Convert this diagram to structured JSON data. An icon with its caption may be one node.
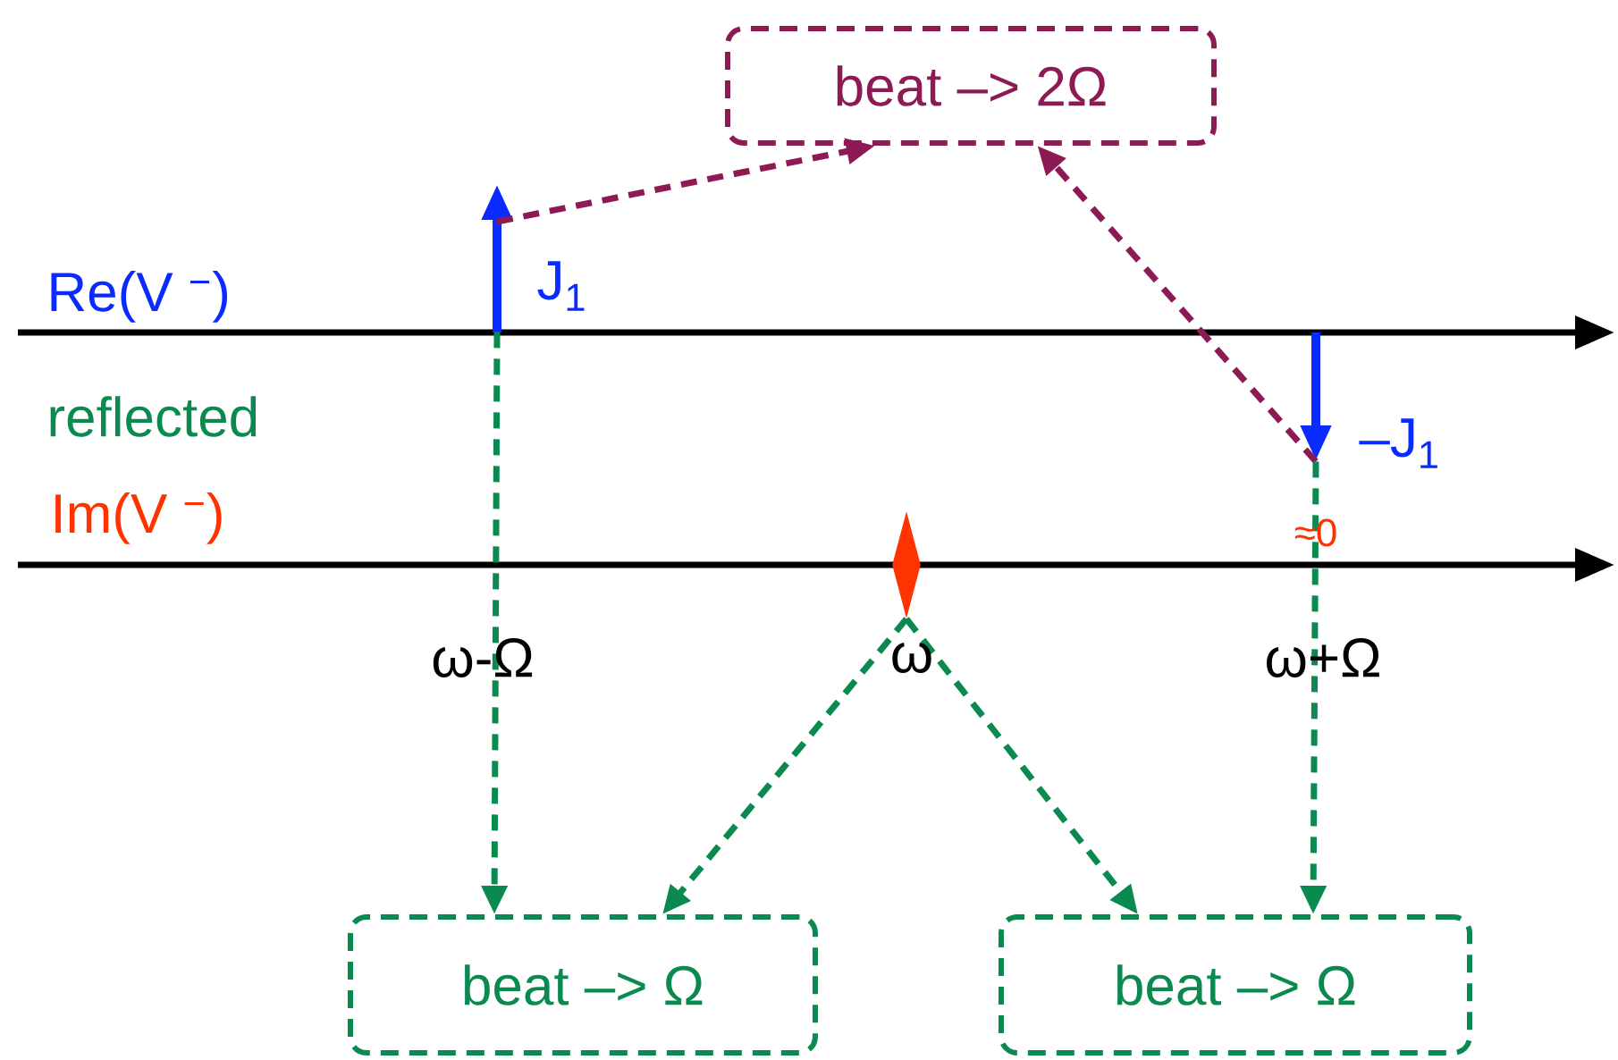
{
  "diagram": {
    "nodes": [
      {
        "text": [
          "beat –> 2Ω"
        ]
      },
      {
        "text": [],
        "shape": "arrow",
        "beside": [
          "J$_{1}$"
        ]
      },
      {
        "text": [],
        "shape": "arrow",
        "beside": [
          "–J$_{1}$"
        ]
      },
      {
        "text": [],
        "shape": "diamond"
      },
      {
        "text": [
          "beat –> Ω"
        ]
      },
      {
        "text": [
          "beat –> Ω"
        ]
      }
    ],
    "edges": [
      {
        "from": 1,
        "to": 0,
        "arrow": "to",
        "style": "dashed",
        "color": "#8e1a55"
      },
      {
        "from": 2,
        "to": 0,
        "arrow": "to",
        "style": "dashed",
        "color": "#8e1a55"
      },
      {
        "from": 1,
        "to": 4,
        "arrow": "to",
        "style": "dashed"
      },
      {
        "from": 3,
        "to": 4,
        "arrow": "to",
        "style": "dashed"
      },
      {
        "from": 3,
        "to": 5,
        "arrow": "to",
        "style": "dashed"
      },
      {
        "from": 2,
        "to": 5,
        "arrow": "to",
        "style": "dashed"
      }
    ],
    "labels": [
      "Re(V $^{−}$)",
      "reflected",
      "Im(V $^{−}$)",
      "≈0",
      "ω-Ω",
      "ω",
      "ω+Ω"
    ]
  }
}
